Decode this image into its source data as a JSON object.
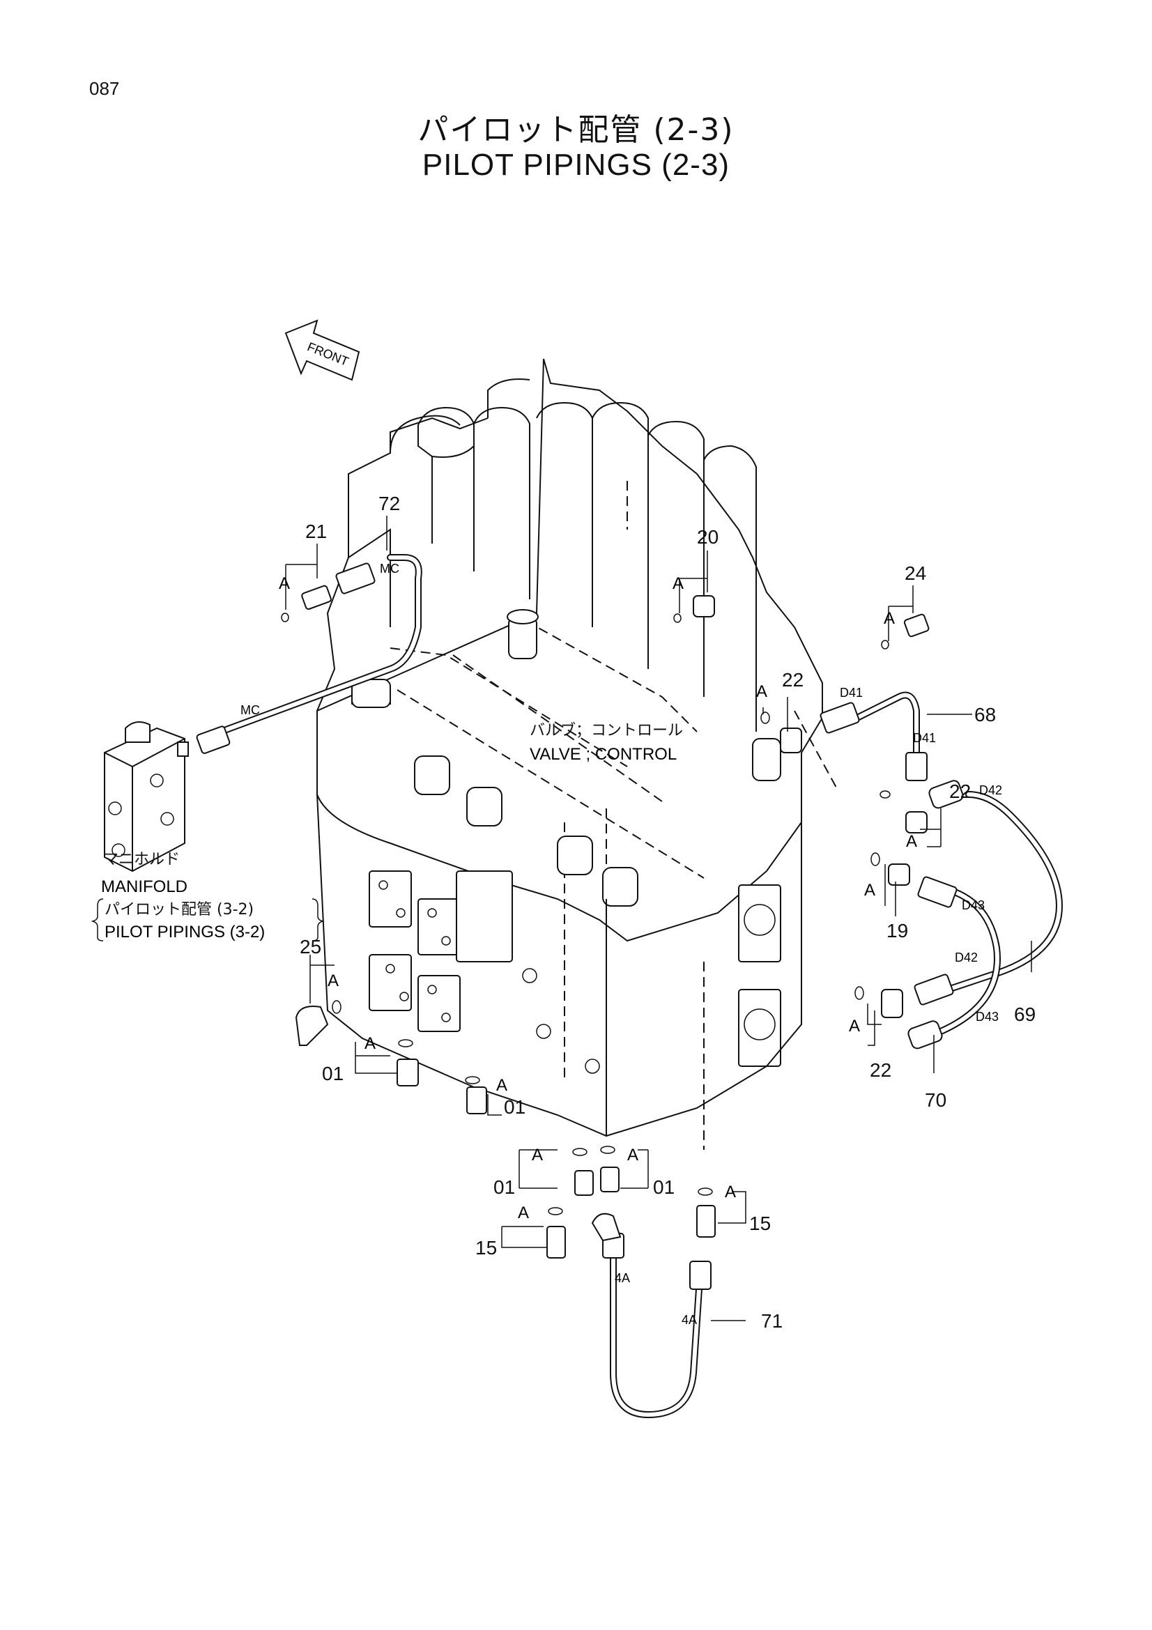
{
  "page_number": "087",
  "title_jp": "パイロット配管 (2-3)",
  "title_en": "PILOT PIPINGS (2-3)",
  "front_arrow": "FRONT",
  "valve_label_jp": "バルブ；コントロール",
  "valve_label_en": "VALVE ; CONTROL",
  "manifold_label_jp": "マニホルド",
  "manifold_label_en": "MANIFOLD",
  "ref_label_jp": "パイロット配管 (3-2)",
  "ref_label_en": "PILOT PIPINGS (3-2)",
  "callouts": {
    "c72": "72",
    "c21": "21",
    "c20": "20",
    "c24": "24",
    "c22a": "22",
    "c68": "68",
    "c22b": "22",
    "c19": "19",
    "c69": "69",
    "c22c": "22",
    "c70": "70",
    "c25": "25",
    "c01a": "01",
    "c01b": "01",
    "c01c": "01",
    "c01d": "01",
    "c15a": "15",
    "c15b": "15",
    "c71": "71"
  },
  "port_marks": {
    "a": "A",
    "mc": "MC",
    "d41": "D41",
    "d42": "D42",
    "d43": "D43",
    "a4": "4A"
  }
}
